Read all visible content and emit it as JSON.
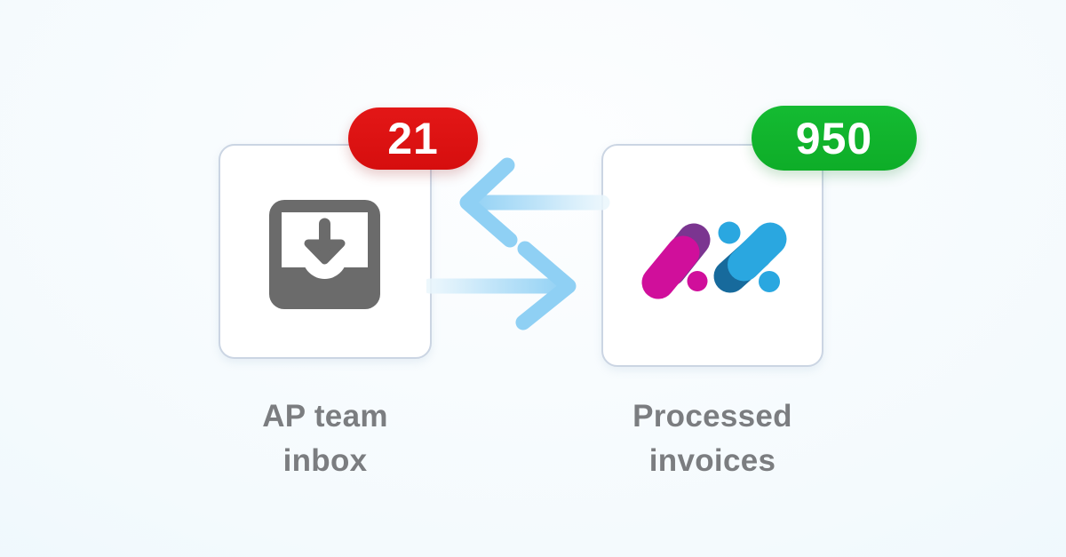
{
  "left_module": {
    "badge_count": "21",
    "label_line1": "AP team",
    "label_line2": "inbox",
    "icon": "inbox-download-icon"
  },
  "right_module": {
    "badge_count": "950",
    "label_line1": "Processed",
    "label_line2": "invoices",
    "icon": "brand-dots-logo"
  },
  "arrows": {
    "to_left": "arrow-pointing-left",
    "to_right": "arrow-pointing-right"
  },
  "colors": {
    "badge_red": "#DC1212",
    "badge_green": "#11B52D",
    "arrow_blue": "#8FD0F4",
    "icon_gray": "#6B6B6B",
    "label_gray": "#7B7D80",
    "logo_magenta": "#D00F9B",
    "logo_purple": "#7B3590",
    "logo_light_blue": "#2AA7E0",
    "logo_dark_blue": "#176A9C",
    "card_border": "#CBD5E3"
  }
}
